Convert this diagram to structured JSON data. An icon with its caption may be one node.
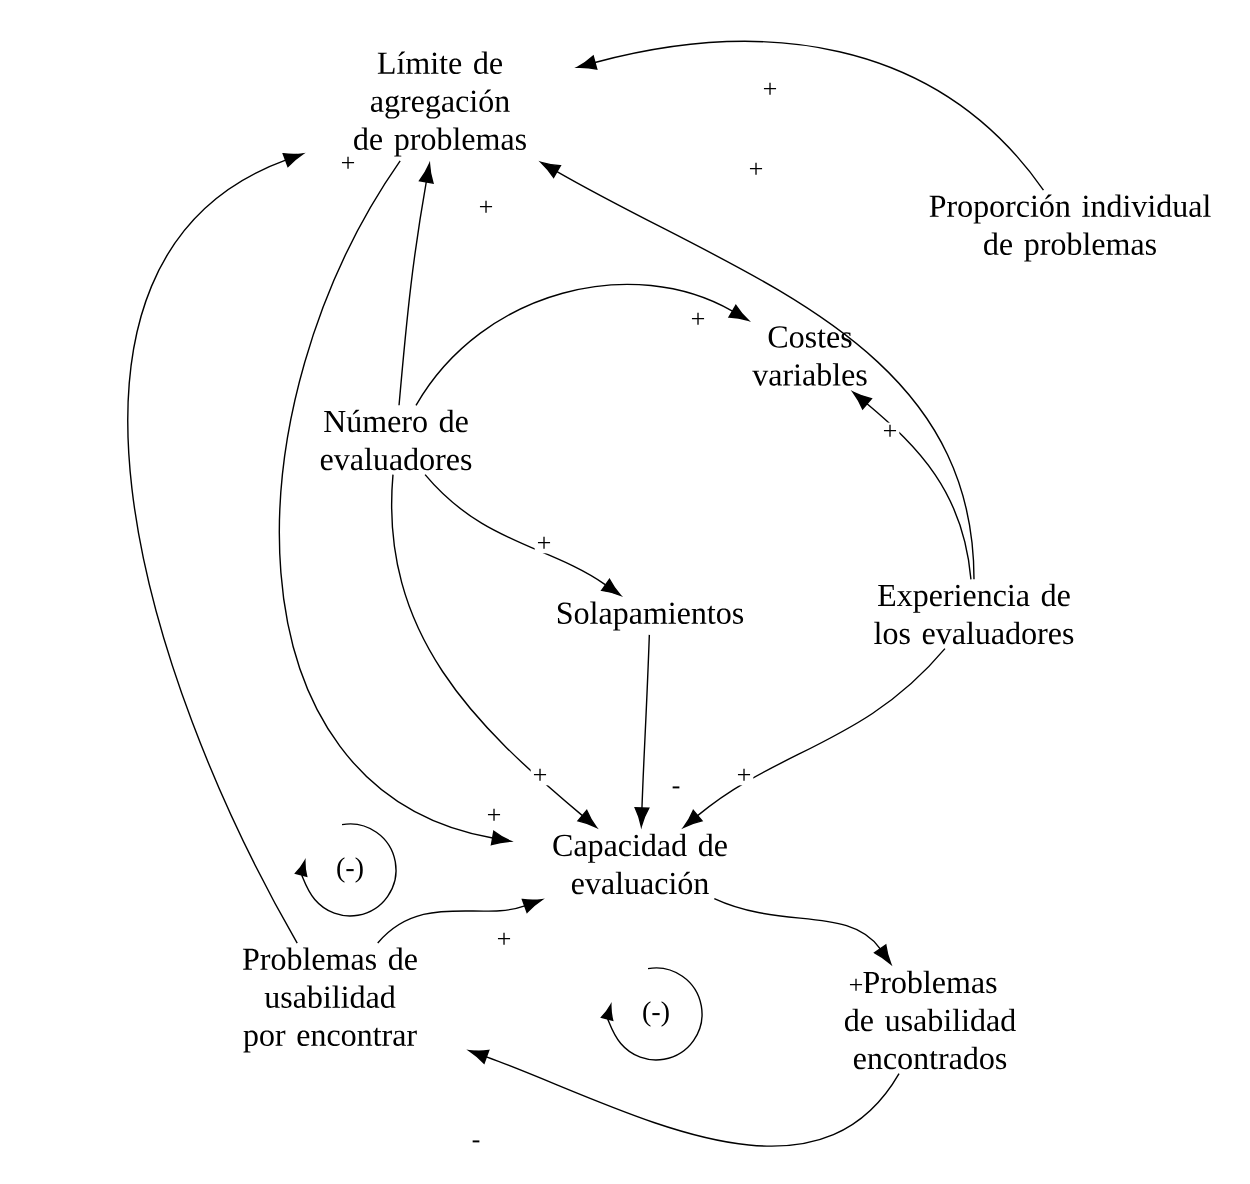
{
  "diagram": {
    "nodes": [
      {
        "text": [
          "Límite de agregación de problemas"
        ]
      },
      {
        "text": [
          "Proporción individual de problemas"
        ]
      },
      {
        "text": [
          "Costes variables"
        ]
      },
      {
        "text": [
          "Número de evaluadores"
        ]
      },
      {
        "text": [
          "Solapamientos"
        ]
      },
      {
        "text": [
          "Experiencia de los evaluadores"
        ]
      },
      {
        "text": [
          "Capacidad de evaluación"
        ]
      },
      {
        "text": [
          "Problemas de usabilidad por encontrar"
        ]
      },
      {
        "text": [
          "Problemas de usabilidad encontrados"
        ]
      }
    ],
    "edges": [
      {
        "from": 1,
        "to": 0,
        "arrow": "to",
        "label": "+"
      },
      {
        "from": 5,
        "to": 0,
        "arrow": "to",
        "label": "+"
      },
      {
        "from": 3,
        "to": 0,
        "arrow": "to",
        "label": "+"
      },
      {
        "from": 3,
        "to": 2,
        "arrow": "to",
        "label": "+"
      },
      {
        "from": 5,
        "to": 2,
        "arrow": "to",
        "label": "+"
      },
      {
        "from": 3,
        "to": 4,
        "arrow": "to",
        "label": "+"
      },
      {
        "from": 3,
        "to": 6,
        "arrow": "to",
        "label": "+"
      },
      {
        "from": 0,
        "to": 6,
        "arrow": "to",
        "label": "+"
      },
      {
        "from": 7,
        "to": 0,
        "arrow": "to",
        "label": "+"
      },
      {
        "from": 4,
        "to": 6,
        "arrow": "to",
        "label": "-"
      },
      {
        "from": 5,
        "to": 6,
        "arrow": "to",
        "label": "+"
      },
      {
        "from": 7,
        "to": 6,
        "arrow": "to",
        "label": "+"
      },
      {
        "from": 6,
        "to": 8,
        "arrow": "to",
        "label": "+"
      },
      {
        "from": 8,
        "to": 7,
        "arrow": "to",
        "label": "-"
      }
    ],
    "labels": [
      "(-)",
      "(-)"
    ]
  }
}
